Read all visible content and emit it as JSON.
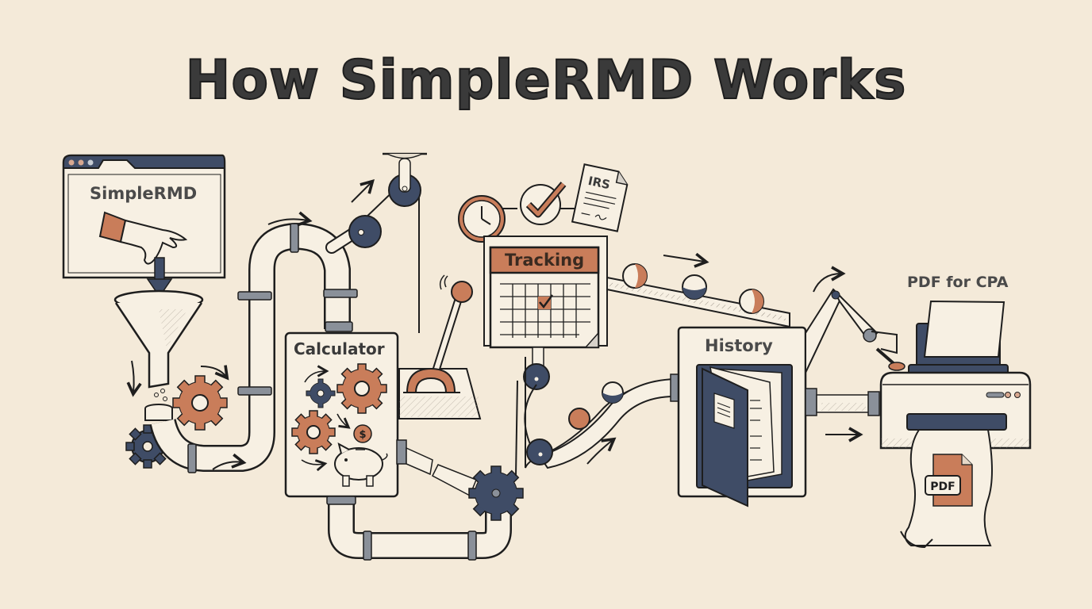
{
  "title": "How SimpleRMD Works",
  "colors": {
    "background": "#f4ead9",
    "ink": "#1e1e1e",
    "accent_orange": "#c97d5a",
    "accent_navy": "#3f4c66",
    "metal_gray": "#8a9099",
    "paper": "#f7f0e3"
  },
  "stages": [
    {
      "id": "app",
      "label": "SimpleRMD",
      "icon": "browser-window-with-hand-icon"
    },
    {
      "id": "calculator",
      "label": "Calculator",
      "icon": "gears-and-piggy-bank-icon"
    },
    {
      "id": "tracking",
      "label": "Tracking",
      "icon": "calendar-with-check-icon"
    },
    {
      "id": "history",
      "label": "History",
      "icon": "open-book-icon"
    },
    {
      "id": "pdf",
      "label": "PDF for CPA",
      "icon": "printer-icon"
    }
  ],
  "badges": {
    "irs_document": "IRS",
    "pdf_file": "PDF",
    "coin": "$"
  }
}
